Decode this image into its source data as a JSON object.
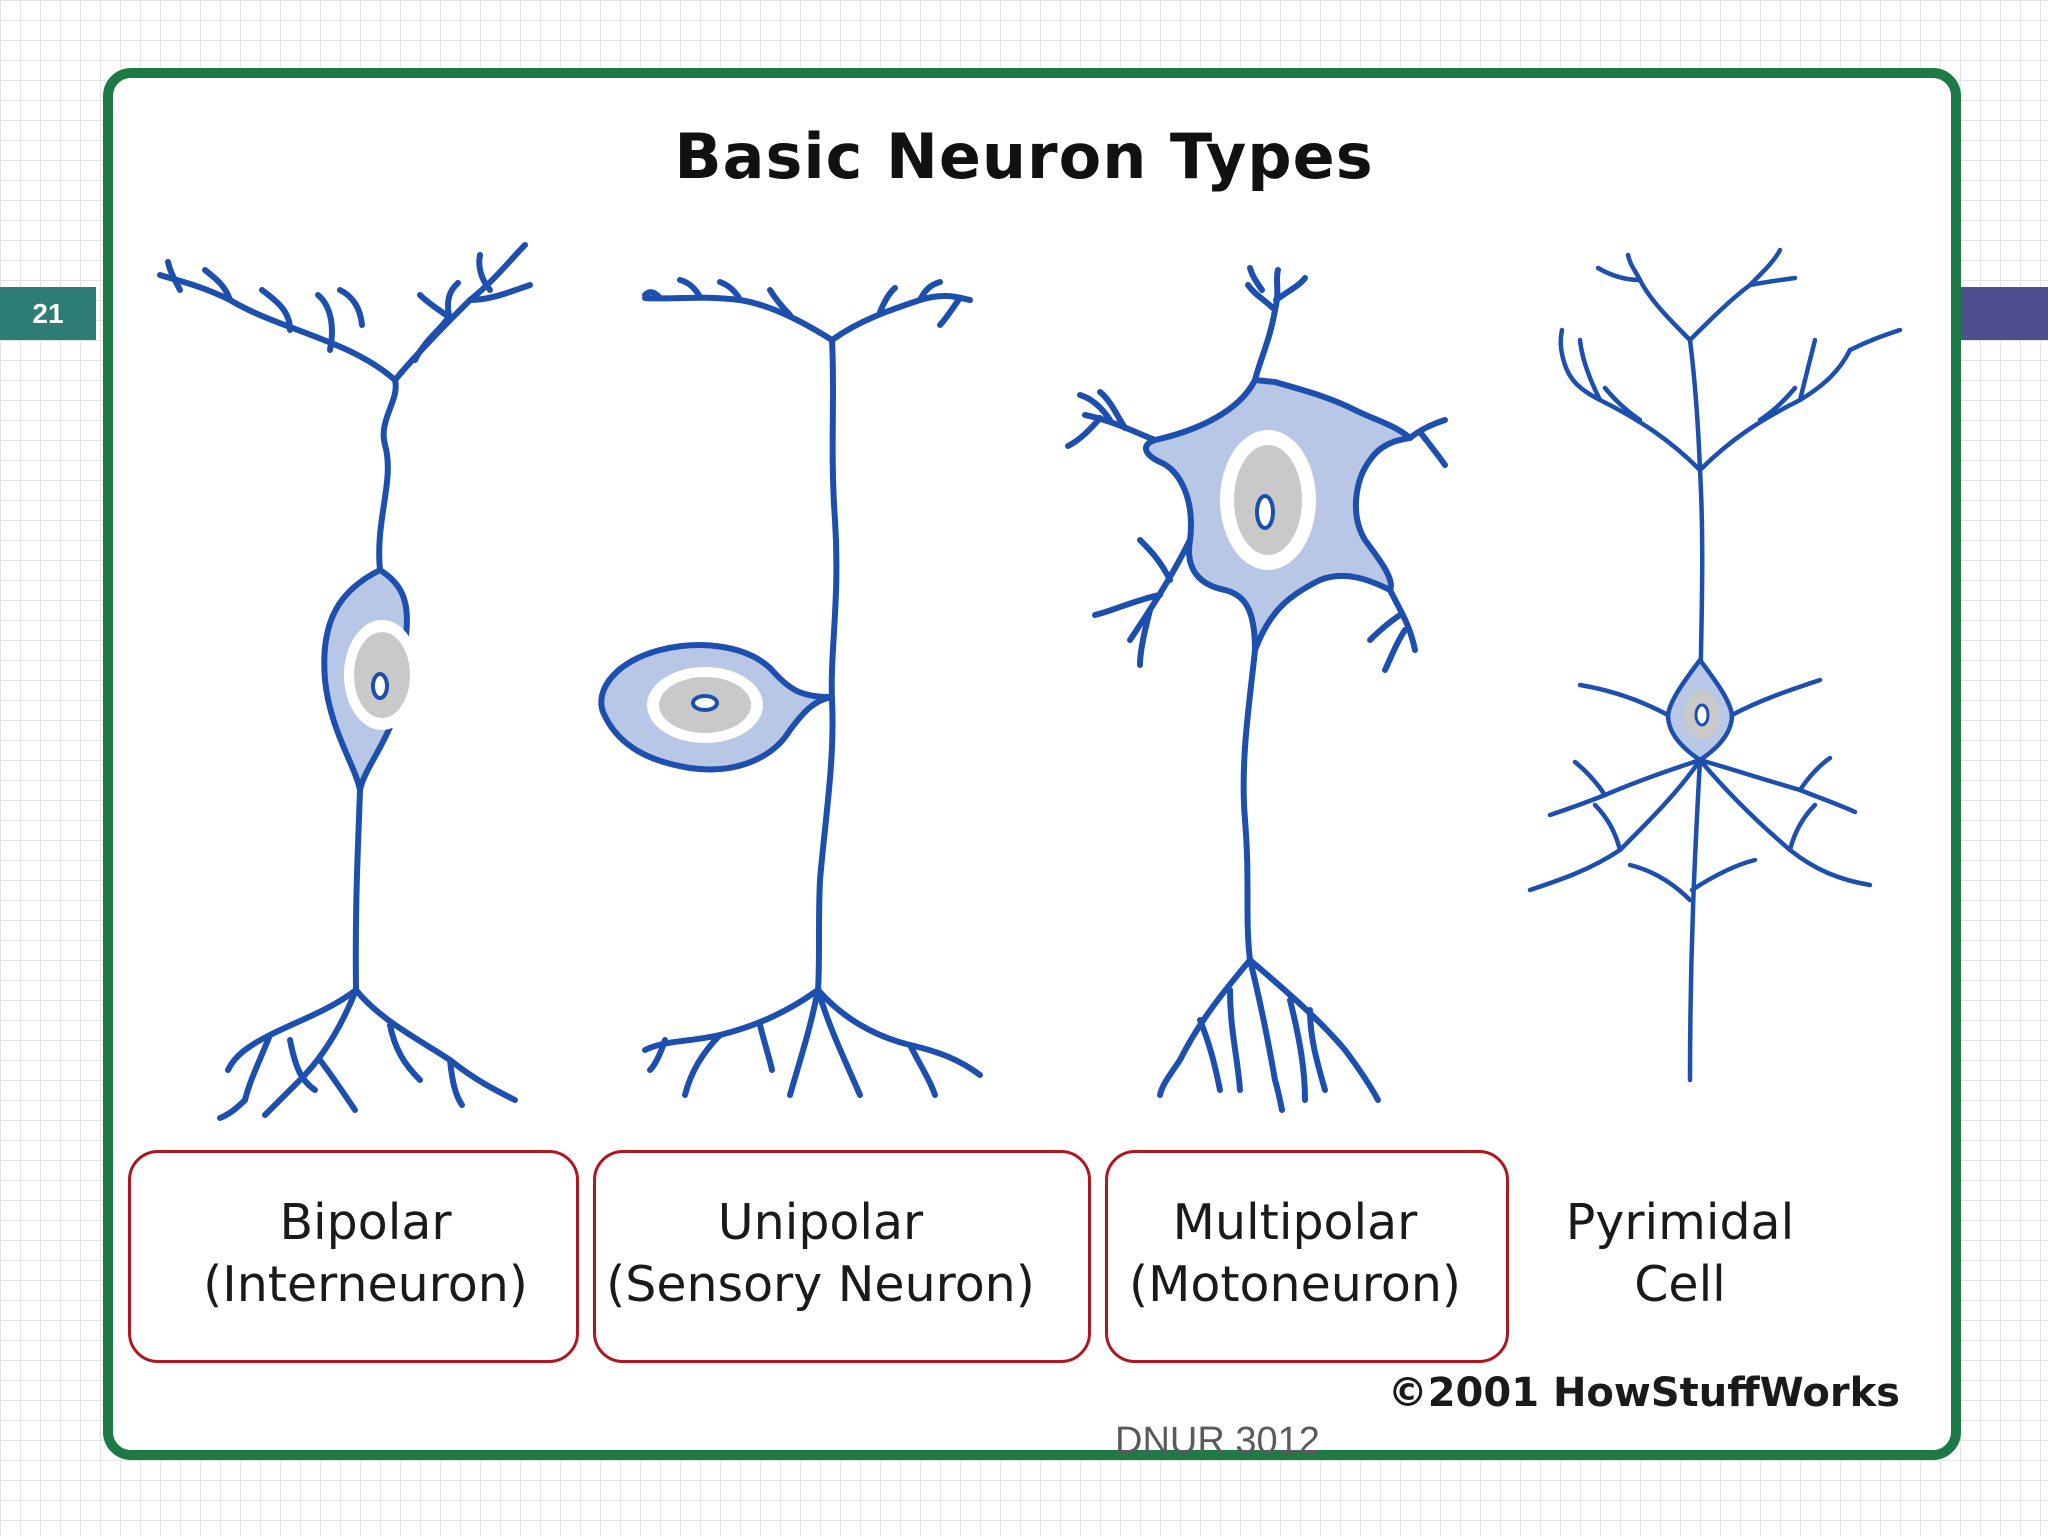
{
  "slide": {
    "number": "21"
  },
  "diagram": {
    "title": "Basic Neuron Types",
    "neurons": [
      {
        "name": "Bipolar",
        "subname": "(Interneuron)",
        "circled": true
      },
      {
        "name": "Unipolar",
        "subname": "(Sensory Neuron)",
        "circled": true
      },
      {
        "name": "Multipolar",
        "subname": "(Motoneuron)",
        "circled": true
      },
      {
        "name": "Pyrimidal",
        "subname": "Cell",
        "circled": false
      }
    ],
    "credit": "©2001 HowStuffWorks"
  },
  "footer": {
    "text": "DNUR 3012"
  },
  "colors": {
    "neuron_stroke": "#1c4fae",
    "cell_body": "#b8c7e6",
    "nucleus": "#c9c9c9",
    "frame": "#1e7a45",
    "circle": "#b0161d",
    "badge": "#2e7d74",
    "side_bar": "#4d4f8f"
  }
}
